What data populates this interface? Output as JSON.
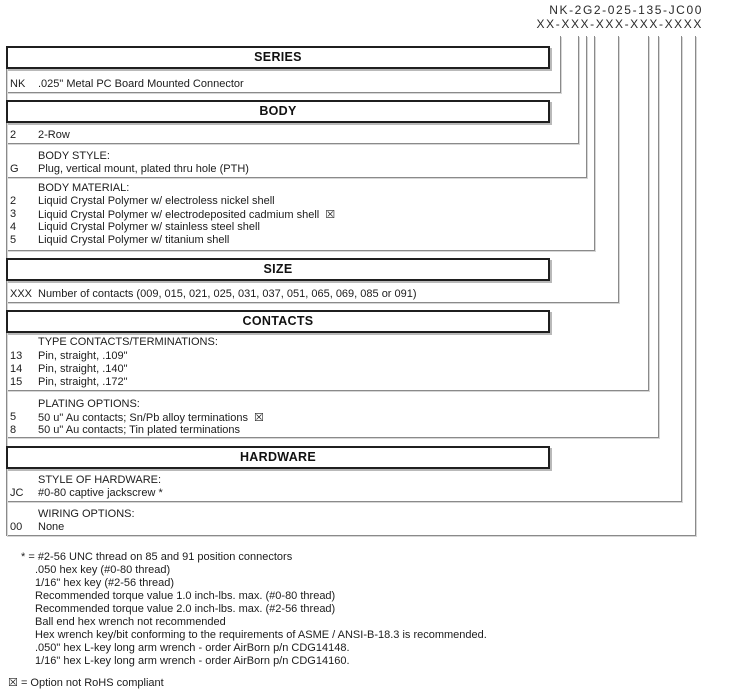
{
  "part_number": {
    "example": "NK-2G2-025-135-JC00",
    "mask": "XX-XXX-XXX-XXX-XXXX"
  },
  "rohs_symbol": "☒",
  "sections": [
    {
      "title": "SERIES",
      "groups": [
        {
          "heading": "",
          "items": [
            {
              "code": "NK",
              "desc": ".025\" Metal PC Board Mounted Connector",
              "not_rohs": false
            }
          ]
        }
      ]
    },
    {
      "title": "BODY",
      "groups": [
        {
          "heading": "",
          "items": [
            {
              "code": "2",
              "desc": "2-Row",
              "not_rohs": false
            }
          ]
        },
        {
          "heading": "BODY STYLE:",
          "items": [
            {
              "code": "G",
              "desc": "Plug, vertical mount, plated thru hole (PTH)",
              "not_rohs": false
            }
          ]
        },
        {
          "heading": "BODY MATERIAL:",
          "items": [
            {
              "code": "2",
              "desc": "Liquid Crystal Polymer w/ electroless nickel shell",
              "not_rohs": false
            },
            {
              "code": "3",
              "desc": "Liquid Crystal Polymer w/ electrodeposited cadmium shell",
              "not_rohs": true
            },
            {
              "code": "4",
              "desc": "Liquid Crystal Polymer w/ stainless steel shell",
              "not_rohs": false
            },
            {
              "code": "5",
              "desc": "Liquid Crystal Polymer w/ titanium shell",
              "not_rohs": false
            }
          ]
        }
      ]
    },
    {
      "title": "SIZE",
      "groups": [
        {
          "heading": "",
          "items": [
            {
              "code": "XXX",
              "desc": "Number of contacts (009, 015, 021, 025, 031, 037, 051, 065, 069, 085 or 091)",
              "not_rohs": false
            }
          ]
        }
      ]
    },
    {
      "title": "CONTACTS",
      "groups": [
        {
          "heading": "TYPE CONTACTS/TERMINATIONS:",
          "items": [
            {
              "code": "13",
              "desc": "Pin, straight, .109\"",
              "not_rohs": false
            },
            {
              "code": "14",
              "desc": "Pin, straight, .140\"",
              "not_rohs": false
            },
            {
              "code": "15",
              "desc": "Pin, straight, .172\"",
              "not_rohs": false
            }
          ]
        },
        {
          "heading": "PLATING OPTIONS:",
          "items": [
            {
              "code": "5",
              "desc": "50 u\" Au contacts; Sn/Pb alloy terminations",
              "not_rohs": true
            },
            {
              "code": "8",
              "desc": "50 u\" Au contacts; Tin plated terminations",
              "not_rohs": false
            }
          ]
        }
      ]
    },
    {
      "title": "HARDWARE",
      "groups": [
        {
          "heading": "STYLE OF HARDWARE:",
          "items": [
            {
              "code": "JC",
              "desc": "#0-80 captive jackscrew *",
              "not_rohs": false
            }
          ]
        },
        {
          "heading": "WIRING OPTIONS:",
          "items": [
            {
              "code": "00",
              "desc": "None",
              "not_rohs": false
            }
          ]
        }
      ]
    }
  ],
  "footnotes": [
    "* = #2-56 UNC thread on 85 and 91 position connectors",
    ".050 hex key (#0-80 thread)",
    "1/16\" hex key (#2-56 thread)",
    "Recommended torque value 1.0 inch-lbs. max. (#0-80 thread)",
    "Recommended torque value 2.0 inch-lbs. max. (#2-56 thread)",
    "Ball end hex wrench not recommended",
    "Hex wrench key/bit conforming to the requirements of ASME / ANSI-B-18.3 is recommended.",
    ".050\" hex L-key long arm wrench - order AirBorn p/n CDG14148.",
    "1/16\" hex L-key long arm wrench - order AirBorn p/n CDG14160."
  ],
  "legend": {
    "symbol": "☒",
    "text": "= Option not RoHS compliant"
  }
}
